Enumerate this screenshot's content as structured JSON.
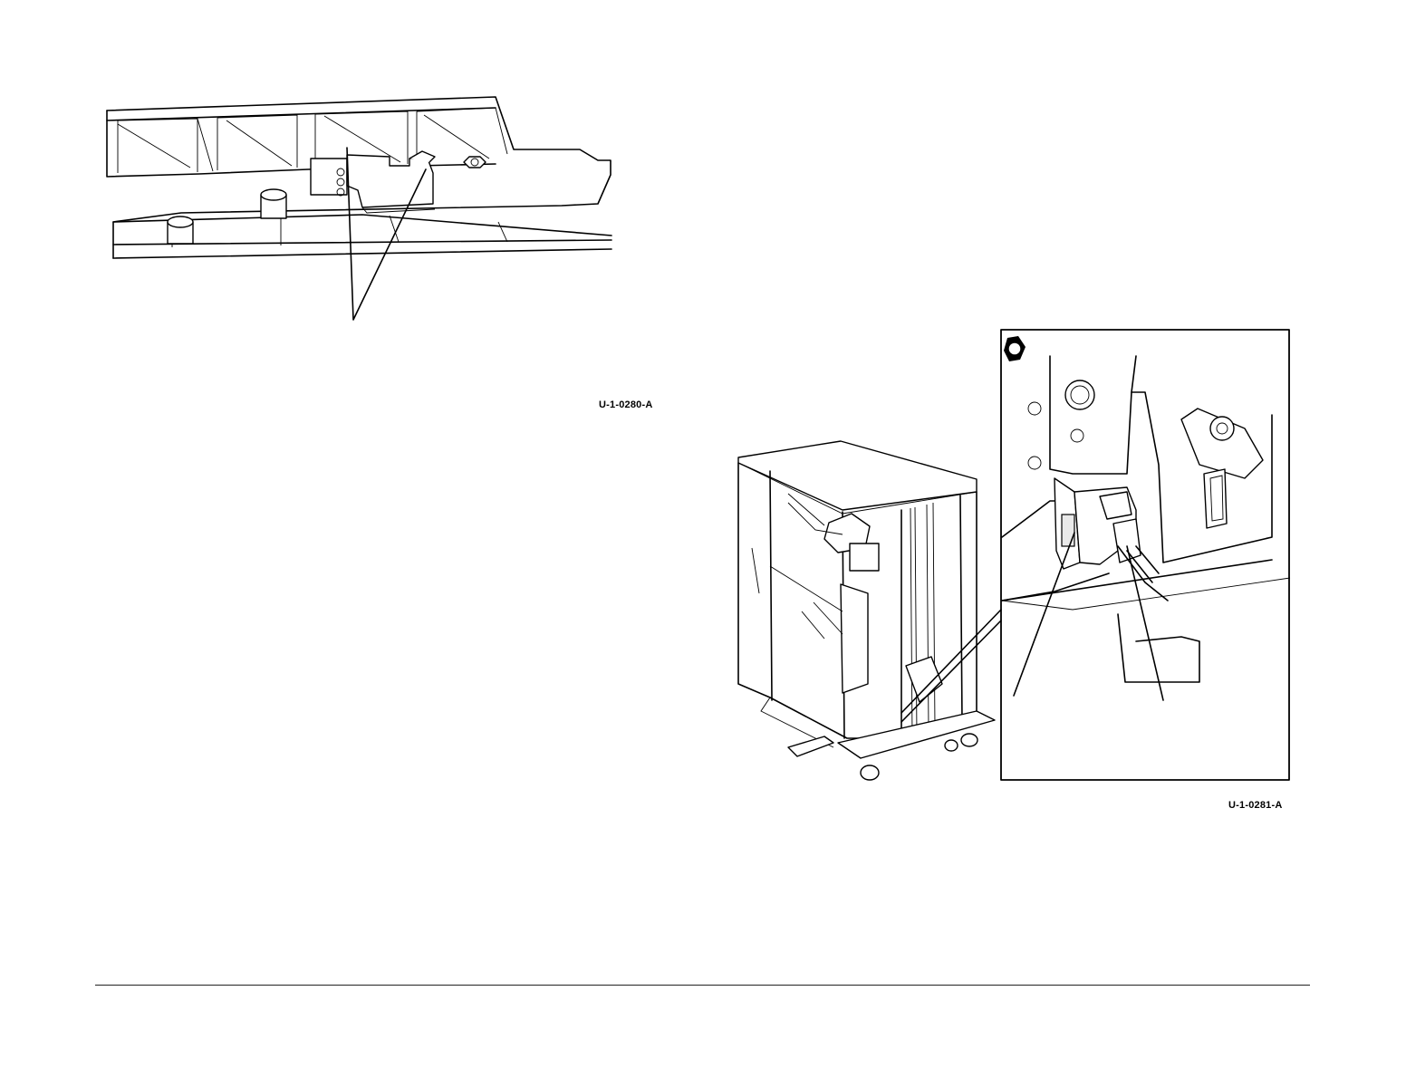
{
  "figures": [
    {
      "id": "top-figure",
      "label": "U-1-0280-A",
      "subject": "tray-underside-with-latch-clips"
    },
    {
      "id": "bottom-figure",
      "label": "U-1-0281-A",
      "subject": "finisher-unit-with-connector-detail"
    }
  ],
  "colors": {
    "line": "#000000",
    "background": "#ffffff"
  }
}
